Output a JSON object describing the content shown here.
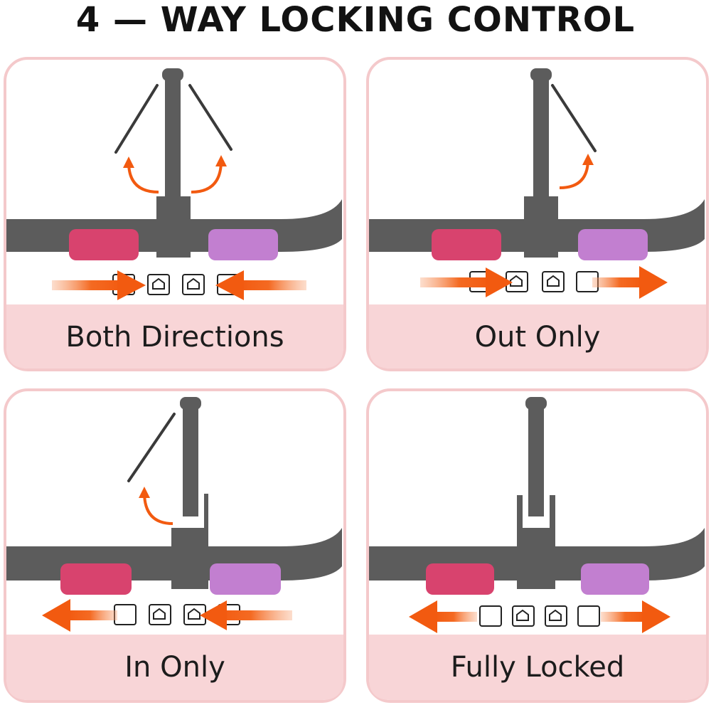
{
  "title": "4 — WAY LOCKING CONTROL",
  "panels": [
    {
      "label": "Both Directions"
    },
    {
      "label": "Out Only"
    },
    {
      "label": "In Only"
    },
    {
      "label": "Fully Locked"
    }
  ],
  "colors": {
    "panel_border": "#f4c9cb",
    "panel_bottom": "#f8d5d7",
    "handle_gray": "#5c5c5c",
    "lock_pink": "#d8436e",
    "lock_purple": "#c27fd0",
    "arrow_orange": "#f25a10"
  }
}
